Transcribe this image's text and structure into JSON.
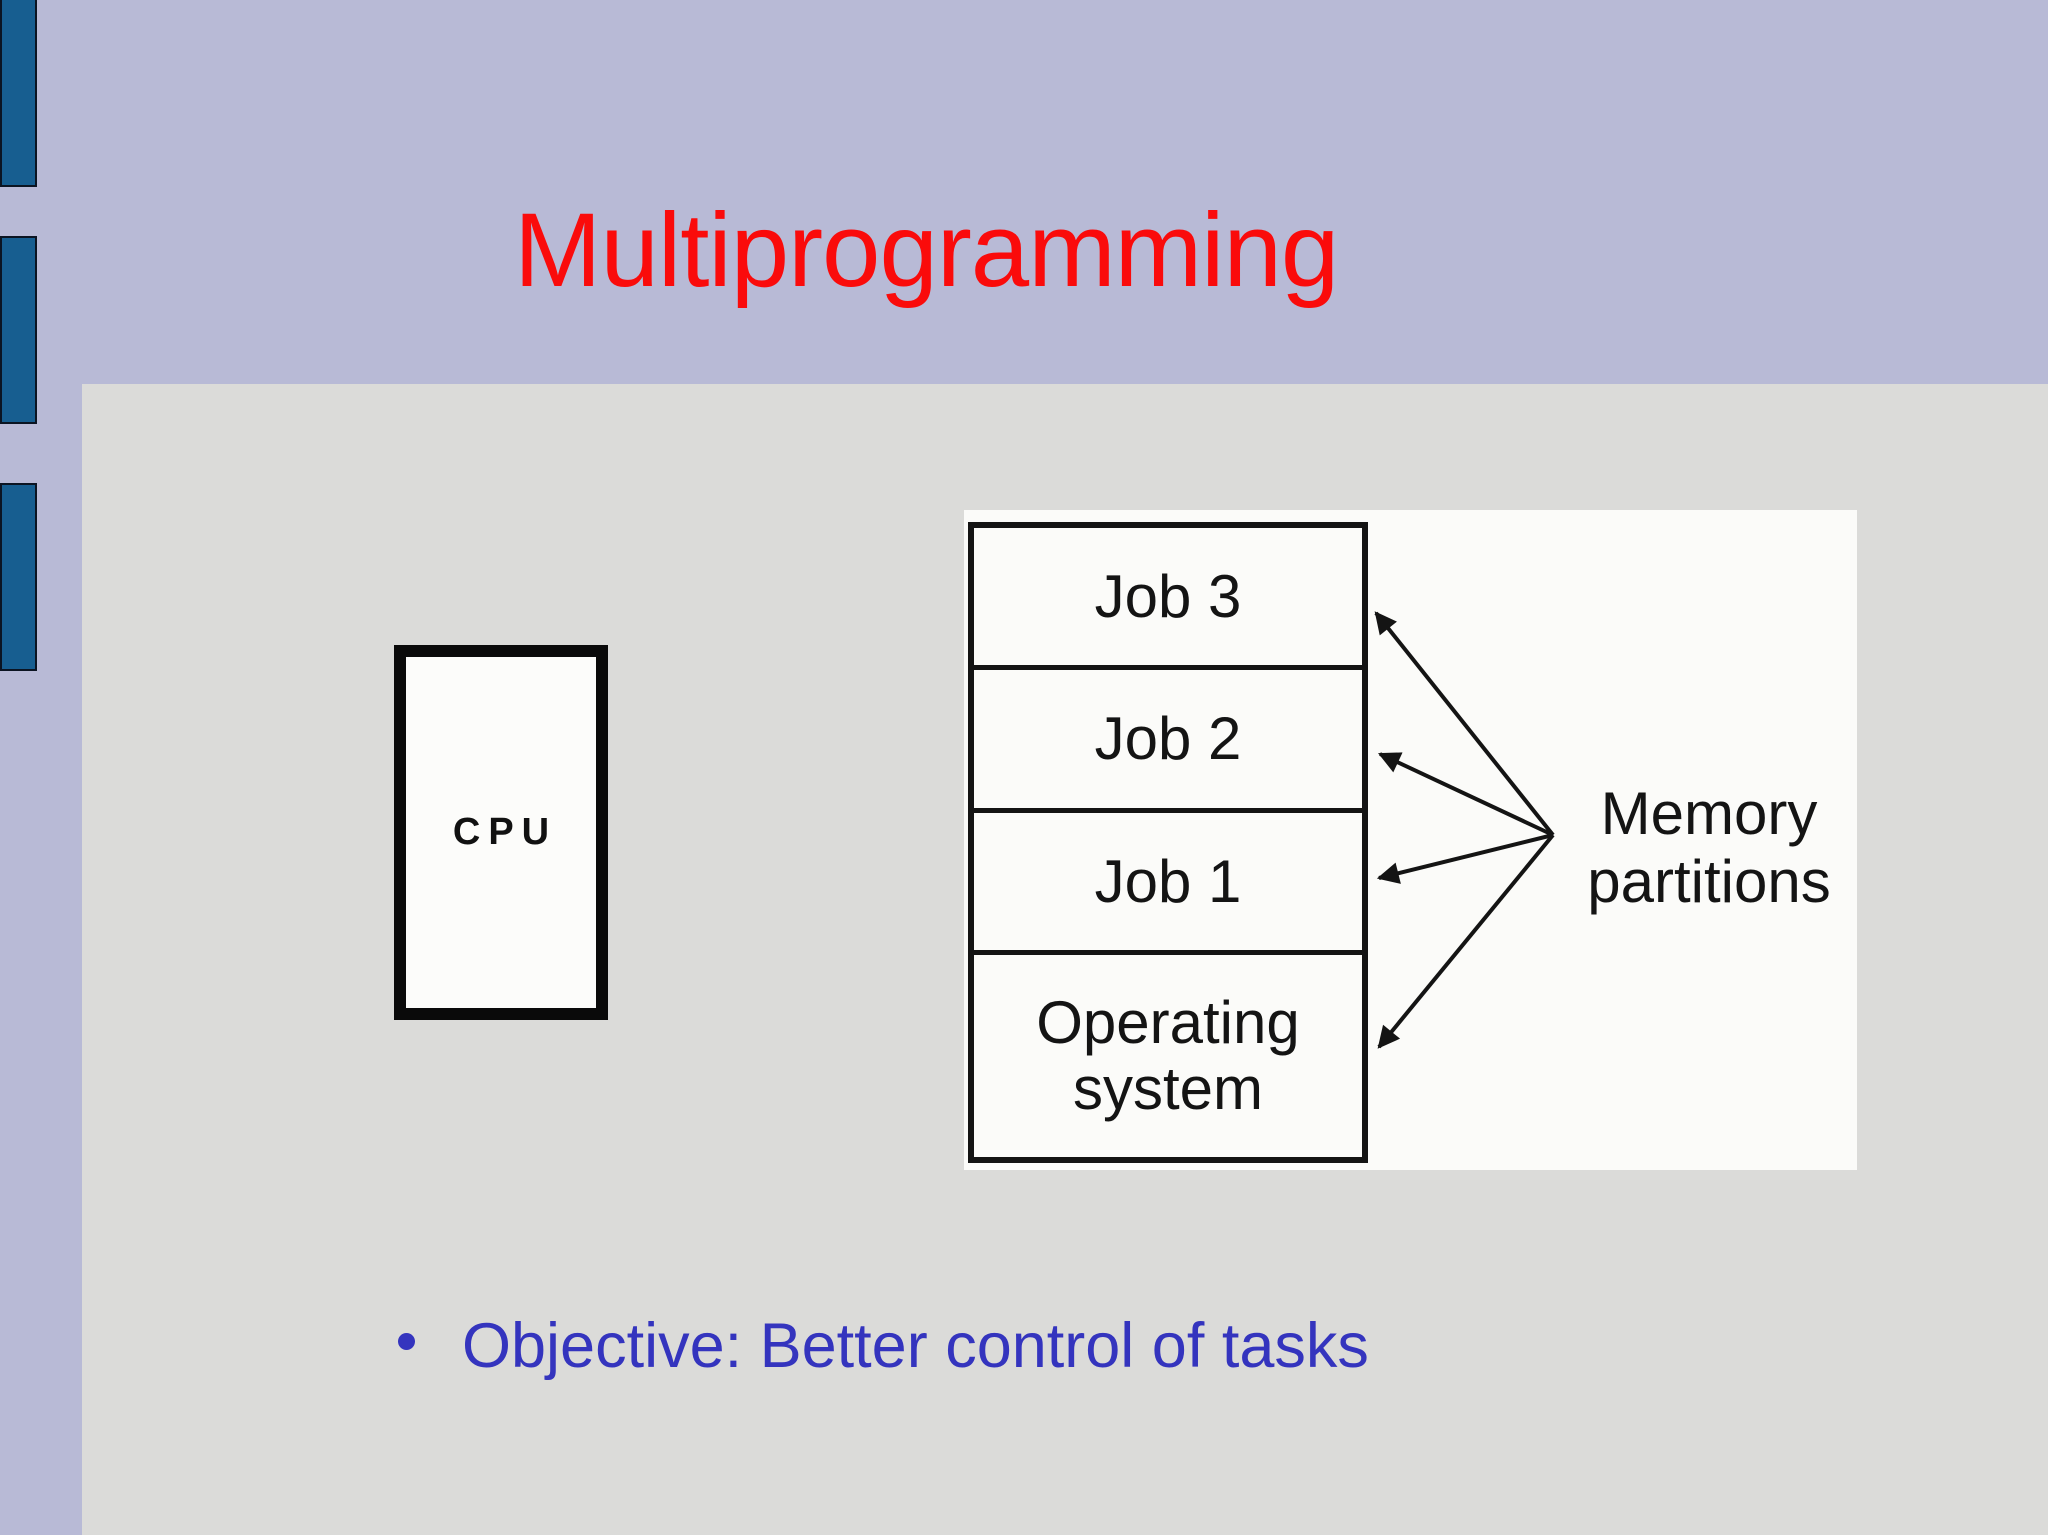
{
  "slide": {
    "title": "Multiprogramming",
    "bullet_text": "Objective: Better control of tasks"
  },
  "diagram": {
    "cpu_label": "CPU",
    "memory_label": "Memory partitions",
    "partitions": [
      "Job 3",
      "Job 2",
      "Job 1",
      "Operating system"
    ]
  },
  "colors": {
    "background": "#B8BAD6",
    "panel": "#DBDBD9",
    "diagram_bg": "#FBFBF9",
    "title": "#FA0B0B",
    "bullet": "#3434BE",
    "bar": "#175E90",
    "line": "#141414"
  }
}
